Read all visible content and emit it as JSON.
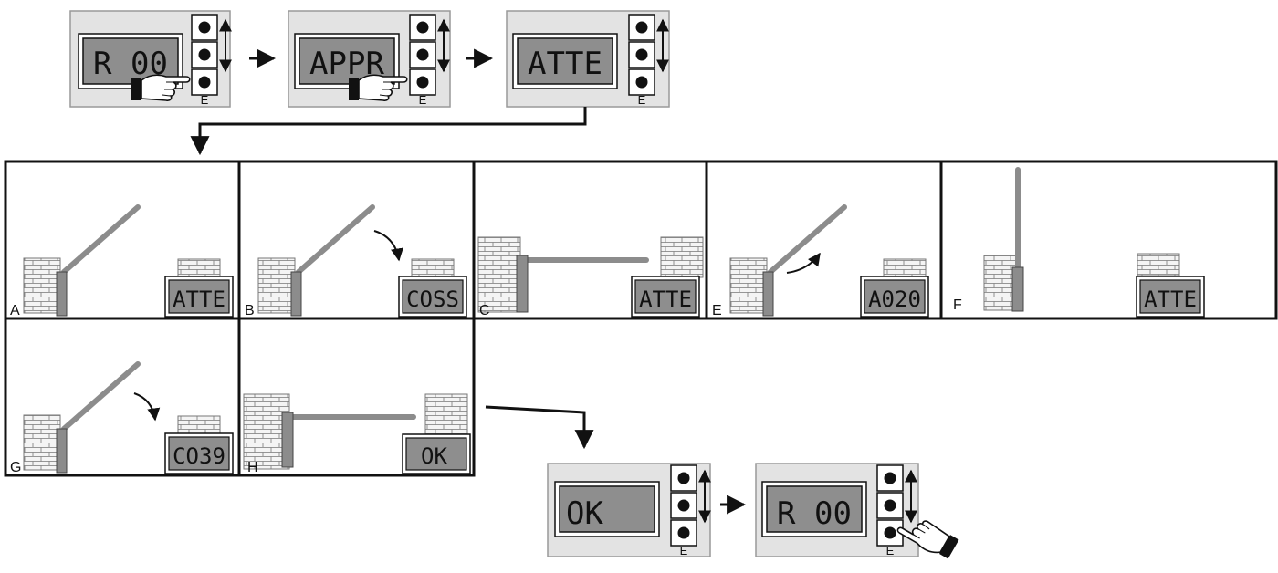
{
  "controller_sequence_top": [
    {
      "display": "R  00",
      "button_label": "E",
      "hand": true
    },
    {
      "display": "APPR",
      "button_label": "E",
      "hand": true
    },
    {
      "display": "ATTE",
      "button_label": "E",
      "hand": false
    }
  ],
  "panels_row1": [
    {
      "label": "A",
      "display": "ATTE",
      "barrier": "raised-diagonal",
      "arrow": "none"
    },
    {
      "label": "B",
      "display": "COSS",
      "barrier": "raised-diagonal",
      "arrow": "closing"
    },
    {
      "label": "C",
      "display": "ATTE",
      "barrier": "closed-horizontal",
      "arrow": "none"
    },
    {
      "label": "E",
      "display": "A020",
      "barrier": "raised-diagonal",
      "arrow": "opening"
    },
    {
      "label": "F",
      "display": "ATTE",
      "barrier": "open-vertical",
      "arrow": "none"
    }
  ],
  "panels_row2": [
    {
      "label": "G",
      "display": "CO39",
      "barrier": "raised-diagonal",
      "arrow": "closing"
    },
    {
      "label": "H",
      "display": "OK",
      "barrier": "closed-horizontal",
      "arrow": "none"
    }
  ],
  "controller_sequence_bottom": [
    {
      "display": "OK",
      "button_label": "E",
      "hand": false
    },
    {
      "display": "R  00",
      "button_label": "E",
      "hand": true
    }
  ],
  "colors": {
    "panel_bg": "#e3e3e3",
    "lcd_bg": "#8e8e8e",
    "barrier": "#8c8c8c",
    "line": "#111111"
  }
}
